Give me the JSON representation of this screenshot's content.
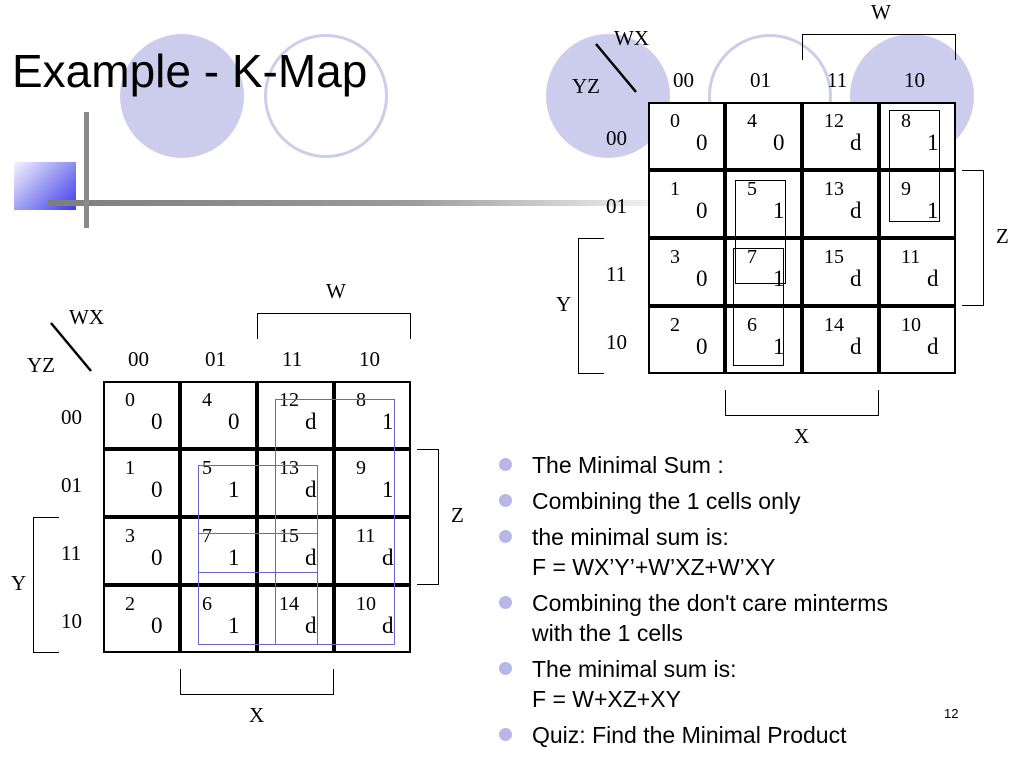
{
  "slide": {
    "title": "Example - K-Map",
    "page_number": "12"
  },
  "kmap": {
    "corner_top": "WX",
    "corner_bottom": "YZ",
    "col_headers": [
      "00",
      "01",
      "11",
      "10"
    ],
    "row_headers": [
      "00",
      "01",
      "11",
      "10"
    ],
    "cells": [
      [
        {
          "index": "0",
          "value": "0"
        },
        {
          "index": "4",
          "value": "0"
        },
        {
          "index": "12",
          "value": "d"
        },
        {
          "index": "8",
          "value": "1"
        }
      ],
      [
        {
          "index": "1",
          "value": "0"
        },
        {
          "index": "5",
          "value": "1"
        },
        {
          "index": "13",
          "value": "d"
        },
        {
          "index": "9",
          "value": "1"
        }
      ],
      [
        {
          "index": "3",
          "value": "0"
        },
        {
          "index": "7",
          "value": "1"
        },
        {
          "index": "15",
          "value": "d"
        },
        {
          "index": "11",
          "value": "d"
        }
      ],
      [
        {
          "index": "2",
          "value": "0"
        },
        {
          "index": "6",
          "value": "1"
        },
        {
          "index": "14",
          "value": "d"
        },
        {
          "index": "10",
          "value": "d"
        }
      ]
    ],
    "label_w": "W",
    "label_x": "X",
    "label_y": "Y",
    "label_z": "Z"
  },
  "bullets": [
    {
      "lines": [
        "The Minimal Sum :"
      ]
    },
    {
      "lines": [
        "Combining the 1 cells only"
      ]
    },
    {
      "lines": [
        "the minimal sum is:",
        "F = WX’Y’+W’XZ+W’XY"
      ]
    },
    {
      "lines": [
        "Combining the don't care minterms",
        "with the 1 cells"
      ]
    },
    {
      "lines": [
        "The minimal sum is:",
        "F = W+XZ+XY"
      ]
    },
    {
      "lines": [
        "Quiz: Find  the Minimal Product"
      ]
    }
  ],
  "colors": {
    "circle_fill": "#ccccec",
    "group_blue": "#6666cc",
    "bullet_dot": "#b8b8e8"
  }
}
